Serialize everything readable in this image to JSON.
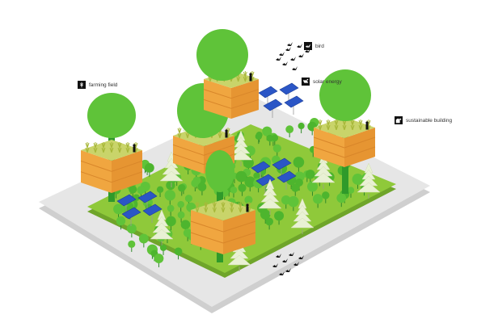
{
  "legend": {
    "farming_field": "farming field",
    "bird": "bird",
    "solar_energy": "solar energy",
    "sustainable_building": "sustainable building"
  },
  "icons": [
    "wheat-icon",
    "bird-icon",
    "solar-panel-icon",
    "building-leaf-icon"
  ],
  "colors": {
    "ground": "#8fc93a",
    "ground_edge": "#6fa52a",
    "slab": "#e6e6e6",
    "slab_edge": "#cfcfcf",
    "tree": "#5fc339",
    "tree_dark": "#3e9a27",
    "building": "#f0a640",
    "building_line": "#d8862a",
    "solar": "#2b56c6",
    "pine": "#e9f1d4",
    "stem": "#2f8a2a"
  }
}
